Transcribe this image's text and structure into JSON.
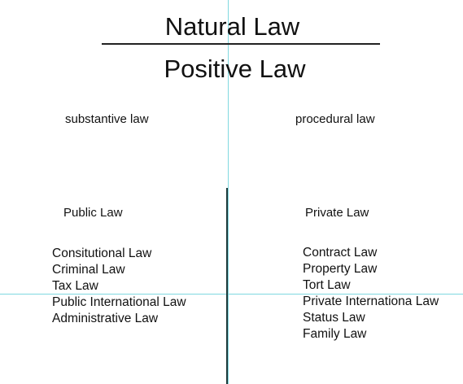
{
  "title": {
    "top": "Natural Law",
    "bottom": "Positive Law"
  },
  "headings": {
    "substantive": "substantive law",
    "procedural": "procedural law"
  },
  "public": {
    "heading": "Public Law",
    "items": [
      "Consitutional Law",
      "Criminal Law",
      "Tax Law",
      "Public International Law",
      "Administrative Law"
    ]
  },
  "private": {
    "heading": "Private Law",
    "items": [
      "Contract Law",
      "Property Law",
      "Tort Law",
      "Private Internationa Law",
      "Status Law",
      "Family Law"
    ]
  },
  "colors": {
    "text": "#111111",
    "rule": "#222222",
    "divider": "#1f3a3a",
    "guide": "#7fd8e0"
  }
}
